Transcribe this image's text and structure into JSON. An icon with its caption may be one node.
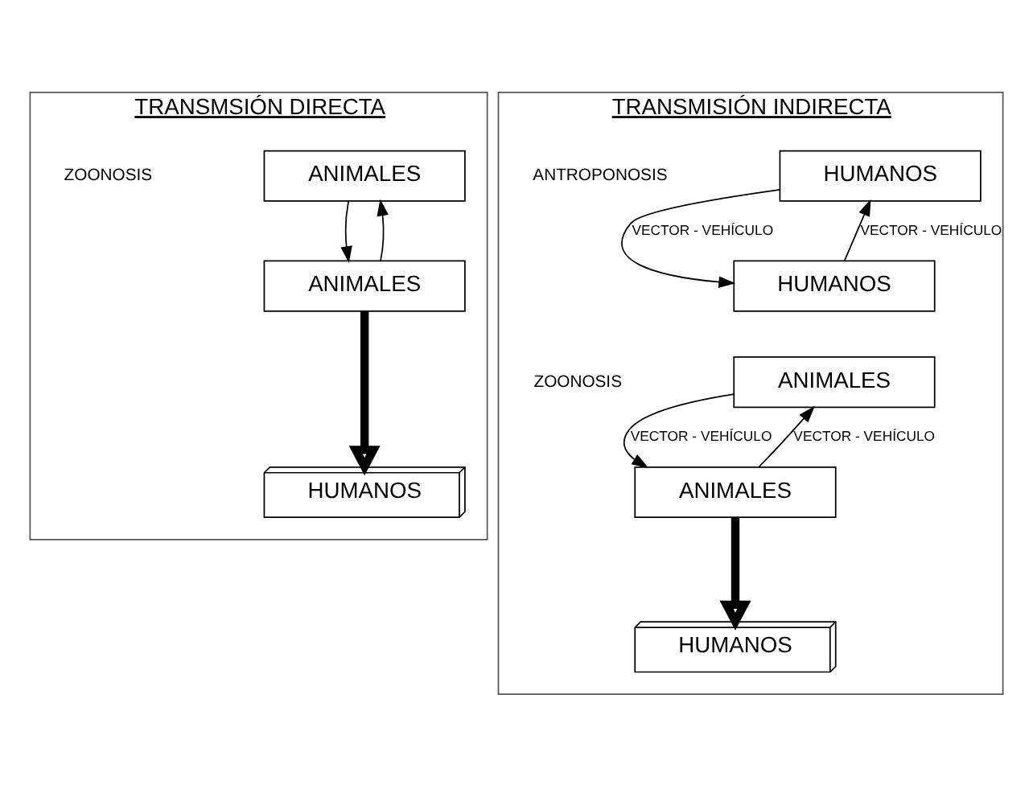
{
  "diagram": {
    "nodes": [
      {
        "text": [
          "TRANSMSIÓN DIRECTA"
        ]
      },
      {
        "text": [
          "ANIMALES"
        ],
        "in": 0
      },
      {
        "text": [
          "ANIMALES"
        ],
        "in": 0
      },
      {
        "text": [
          "HUMANOS"
        ],
        "in": 0
      },
      {
        "text": [
          "TRANSMISIÓN INDIRECTA"
        ]
      },
      {
        "text": [
          "HUMANOS"
        ],
        "in": 4
      },
      {
        "text": [
          "HUMANOS"
        ],
        "in": 4
      },
      {
        "text": [
          "ANIMALES"
        ],
        "in": 4
      },
      {
        "text": [
          "ANIMALES"
        ],
        "in": 4
      },
      {
        "text": [
          "HUMANOS"
        ],
        "in": 4
      }
    ],
    "edges": [
      {
        "from": 1,
        "to": 2,
        "arrow": "to"
      },
      {
        "from": 2,
        "to": 1,
        "arrow": "to"
      },
      {
        "from": 2,
        "to": 3,
        "arrow": "to",
        "style": "thick"
      },
      {
        "from": 5,
        "to": 6,
        "arrow": "to",
        "label": "VECTOR - VEHÍCULO"
      },
      {
        "from": 6,
        "to": 5,
        "arrow": "to",
        "label": "VECTOR - VEHÍCULO"
      },
      {
        "from": 7,
        "to": 8,
        "arrow": "to",
        "label": "VECTOR - VEHÍCULO"
      },
      {
        "from": 8,
        "to": 7,
        "arrow": "to",
        "label": "VECTOR - VEHÍCULO"
      },
      {
        "from": 8,
        "to": 9,
        "arrow": "to",
        "style": "thick"
      }
    ],
    "labels": [
      "ZOONOSIS",
      "ANTROPONOSIS",
      "ZOONOSIS"
    ]
  }
}
